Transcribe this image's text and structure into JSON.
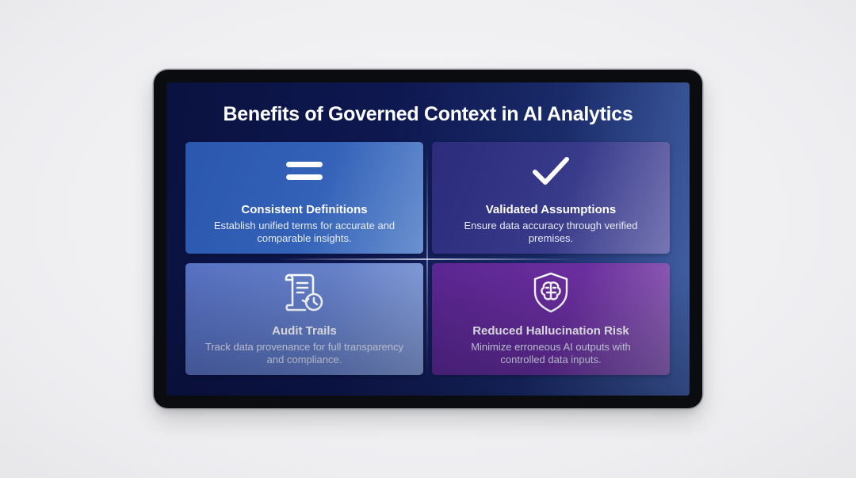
{
  "slide": {
    "title": "Benefits of Governed Context in AI Analytics",
    "cards": [
      {
        "icon": "equals-icon",
        "title": "Consistent Definitions",
        "description": "Establish unified terms for accurate and comparable insights.",
        "color": "#3462b8"
      },
      {
        "icon": "checkmark-icon",
        "title": "Validated Assumptions",
        "description": "Ensure data accuracy through verified premises.",
        "color": "#383a8a"
      },
      {
        "icon": "scroll-history-icon",
        "title": "Audit Trails",
        "description": "Track data provenance for full transparency and compliance.",
        "color": "#6580c8"
      },
      {
        "icon": "shield-brain-icon",
        "title": "Reduced Hallucination Risk",
        "description": "Minimize erroneous AI outputs with controlled data inputs.",
        "color": "#6b2e9e"
      }
    ]
  }
}
